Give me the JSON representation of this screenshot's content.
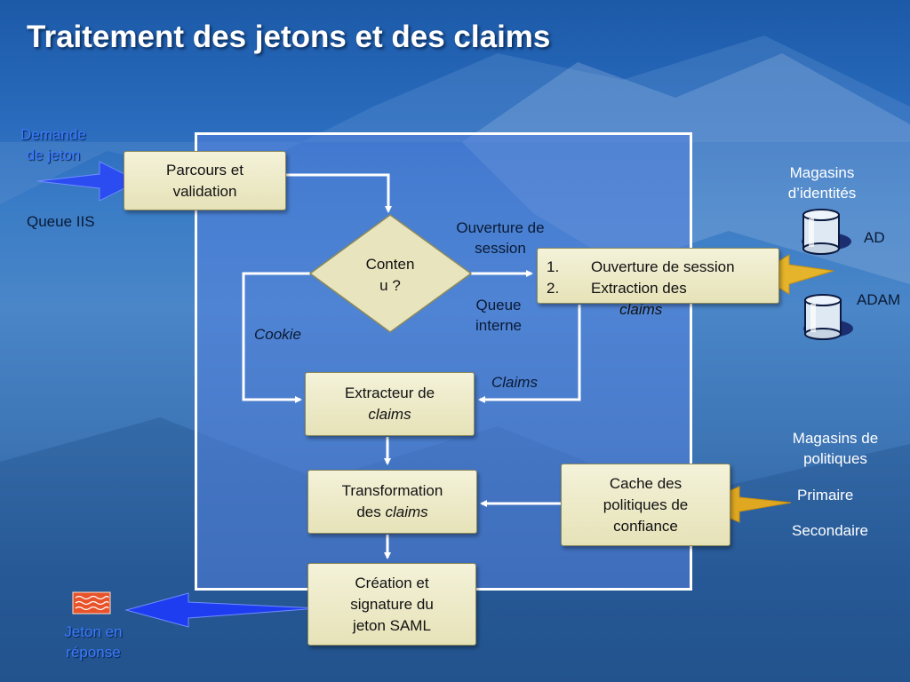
{
  "title": "Traitement des jetons et des claims",
  "left": {
    "request_lines": [
      "Demande",
      "de jeton"
    ],
    "queue_iis": "Queue IIS",
    "response_lines": [
      "Jeton en",
      "réponse"
    ]
  },
  "boxes": {
    "parcours": [
      "Parcours et",
      "validation"
    ],
    "decision": [
      "Conten",
      "u ?"
    ],
    "session_items": [
      {
        "num": "1.",
        "text": "Ouverture de session",
        "italic": ""
      },
      {
        "num": "2.",
        "text": "Extraction des ",
        "italic": "claims"
      }
    ],
    "extracteur": {
      "line1": "Extracteur de",
      "line2": "claims"
    },
    "transformation": {
      "line1": "Transformation",
      "line2_plain": "des ",
      "line2_italic": "claims"
    },
    "cache": [
      "Cache des",
      "politiques de",
      "confiance"
    ],
    "creation": [
      "Création et",
      "signature du",
      "jeton SAML"
    ]
  },
  "labels": {
    "ouverture": [
      "Ouverture de",
      "session"
    ],
    "queue_interne": [
      "Queue",
      "interne"
    ],
    "cookie": "Cookie",
    "claims": "Claims"
  },
  "right": {
    "magasins_identites": [
      "Magasins",
      "d’identités"
    ],
    "ad": "AD",
    "adam": "ADAM",
    "magasins_politiques": [
      "Magasins de",
      "politiques"
    ],
    "primaire": "Primaire",
    "secondaire": "Secondaire"
  },
  "colors": {
    "box_fill": "#f0edcc",
    "frame_border": "#ffffff",
    "arrow_blue": "#1f3df0",
    "arrow_gold": "#e0a820",
    "doc_icon": "#e8532a"
  }
}
